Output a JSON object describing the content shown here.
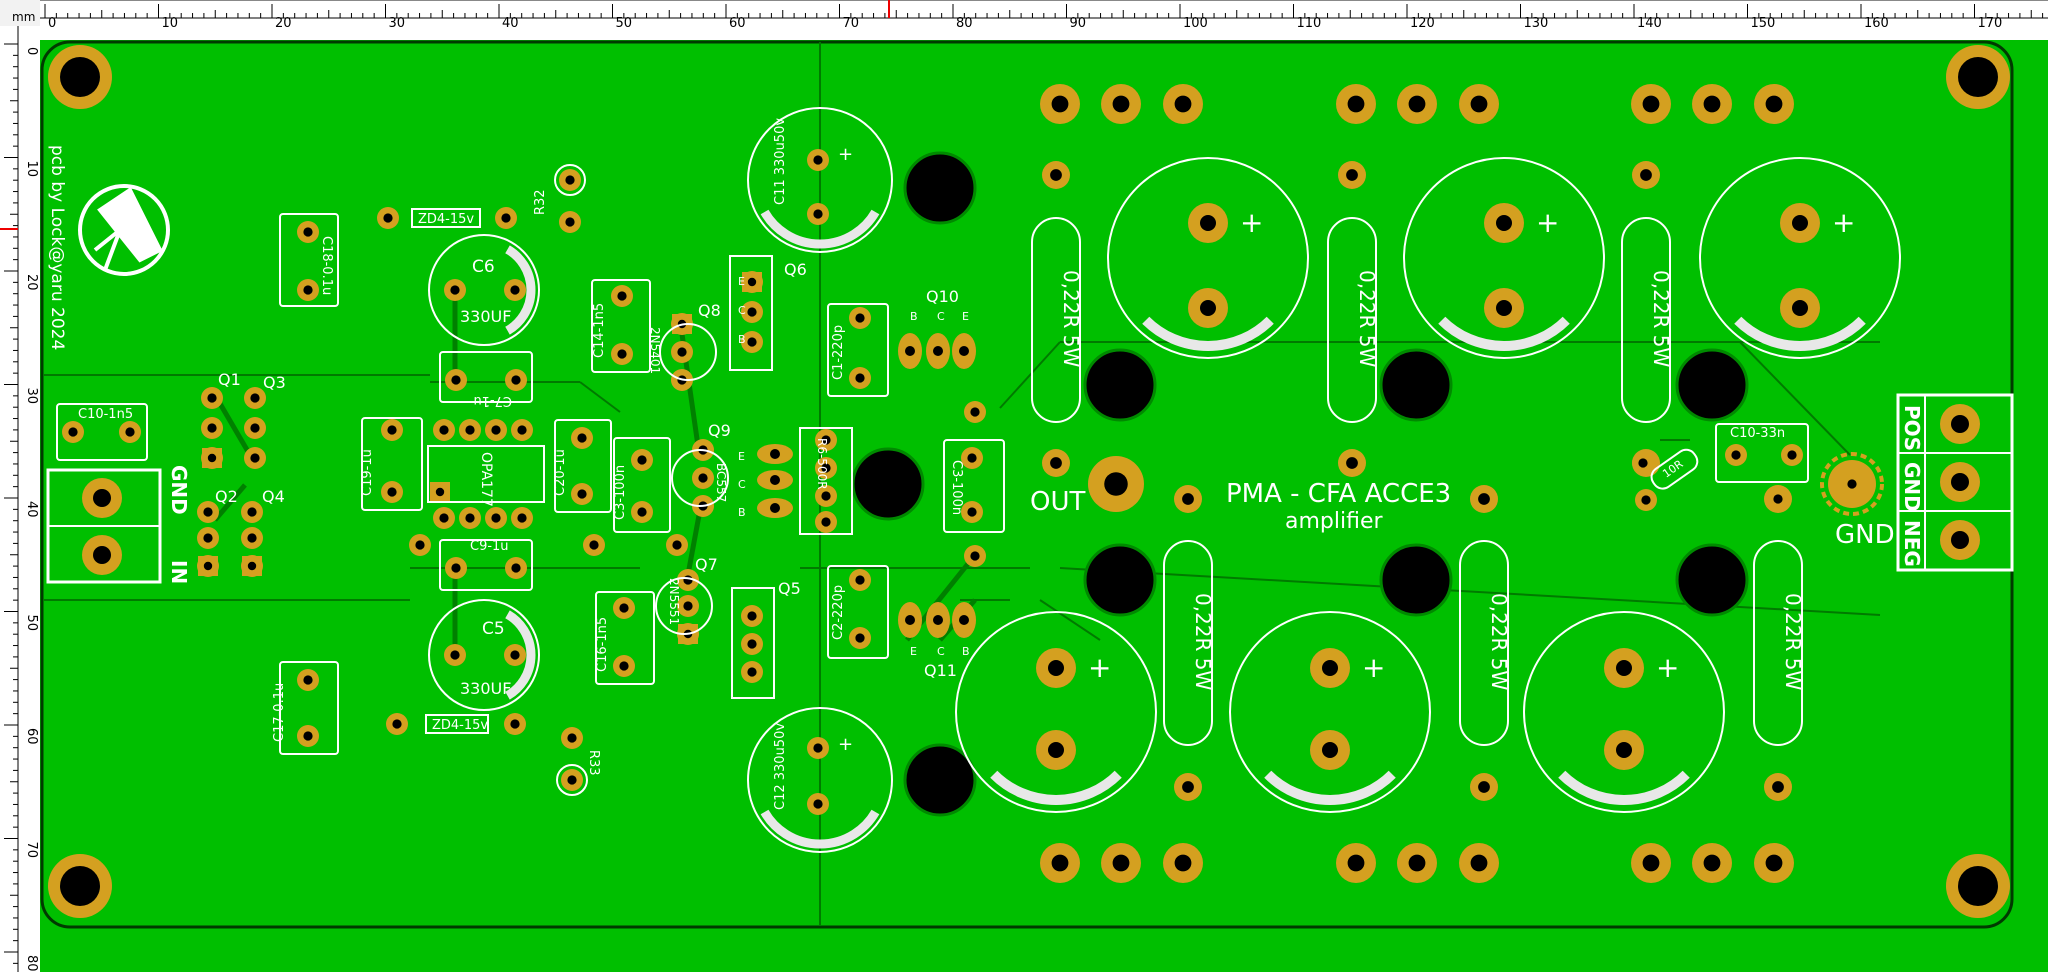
{
  "ruler": {
    "unit": "mm",
    "h_labels": [
      "0",
      "10",
      "20",
      "30",
      "40",
      "50",
      "60",
      "70",
      "80",
      "90",
      "100",
      "110",
      "120",
      "130",
      "140",
      "150",
      "160",
      "170"
    ],
    "v_labels": [
      "0",
      "10",
      "20",
      "30",
      "40",
      "50",
      "60",
      "70",
      "80"
    ]
  },
  "board": {
    "credit": "pcb by Lock@yaru 2024",
    "title": "PMA - CFA ACCE3",
    "subtitle": "amplifier",
    "out_label": "OUT",
    "gnd_label": "GND",
    "in_label": "IN",
    "in_gnd_label": "GND",
    "power_labels": [
      "POS",
      "GND",
      "NEG"
    ]
  },
  "components": {
    "C10_1n5": "C10-1n5",
    "Q1": "Q1",
    "Q2": "Q2",
    "Q3": "Q3",
    "Q4": "Q4",
    "C18": "C18-0.1u",
    "C17": "C17-0.1u",
    "ZD4_top": "ZD4-15v",
    "ZD4_bot": "ZD4-15v",
    "R32": "R32",
    "R33": "R33",
    "C6": "C6",
    "C6_val": "330UF",
    "C5": "C5",
    "C5_val": "330UF",
    "C7": "C7-1u",
    "C9": "C9-1u",
    "C19": "C19-1u",
    "C20": "C20-1u",
    "OPA": "OPA177",
    "C14": "C14-1n5",
    "C16": "C16-1n5",
    "C3_100n": "C3-100n",
    "Q8": "Q8",
    "Q8_part": "2N5401",
    "Q9": "Q9",
    "Q9_part": "BC557",
    "Q7": "Q7",
    "Q7_part": "2N5551",
    "Q6": "Q6",
    "Q5": "Q5",
    "ECB": [
      "E",
      "C",
      "B"
    ],
    "C11": "C11 330u50v",
    "C12": "C12 330u50v",
    "R6": "R6-500R",
    "C1_220p": "C1-220p",
    "C2_220p": "C2-220p",
    "Q10": "Q10",
    "Q11": "Q11",
    "BCE": [
      "B",
      "C",
      "E"
    ],
    "C3_100n_b": "C3-100n",
    "resistor": "0,22R 5W",
    "C10_33n": "C10-33n",
    "R10": "10R",
    "plus": "+"
  }
}
